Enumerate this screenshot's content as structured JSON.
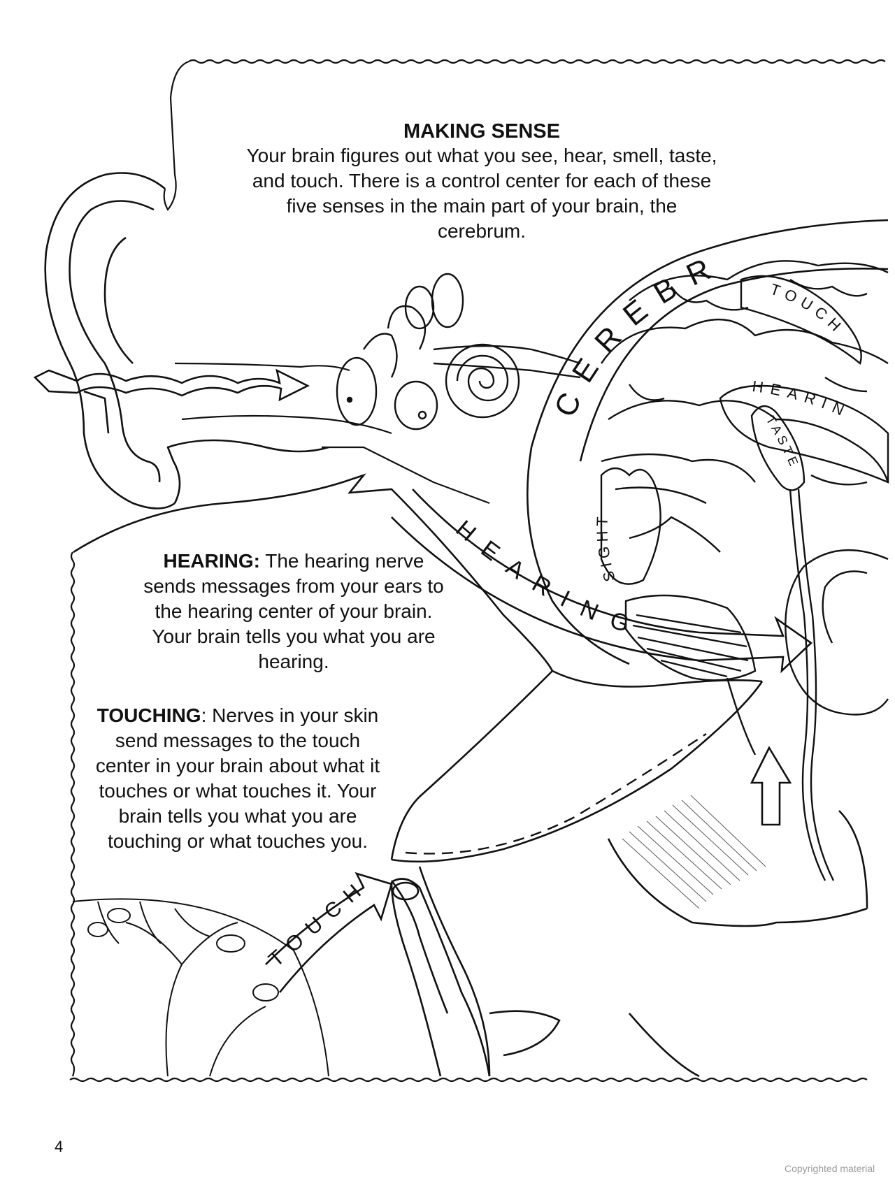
{
  "intro": {
    "title": "MAKING SENSE",
    "text": "Your brain figures out what you see, hear, smell, taste, and touch. There is a control center for each of these five senses in the main part of your brain, the cerebrum."
  },
  "hearing": {
    "label": "HEARING:",
    "text": " The hearing nerve sends messages from your ears to the hearing center of your brain. Your brain tells you what you are hearing."
  },
  "touching": {
    "label": "TOUCHING",
    "text": ": Nerves in your skin send messages to the touch center in your brain about what it touches or what touches it. Your brain tells you what you are touching or what touches you."
  },
  "diagram_labels": {
    "cerebrum": "CEREBR",
    "touch_area": "TOUCH",
    "hearing_area": "HEARIN",
    "taste_area": "TASTE",
    "sight_area": "SIGHT",
    "hearing_arrow": "HEARING",
    "touch_arrow": "TOUCH"
  },
  "page_number": "4",
  "copyright": "Copyrighted material"
}
